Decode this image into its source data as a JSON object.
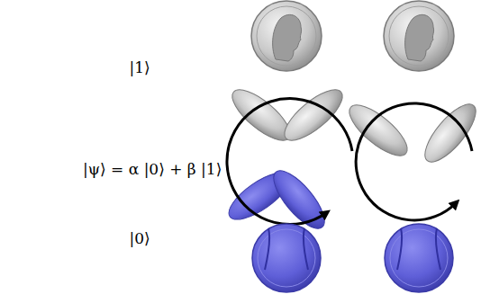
{
  "diagram": {
    "labels": [
      "|1⟩",
      "|ψ⟩ = α |0⟩ + β |1⟩",
      "|0⟩"
    ]
  }
}
